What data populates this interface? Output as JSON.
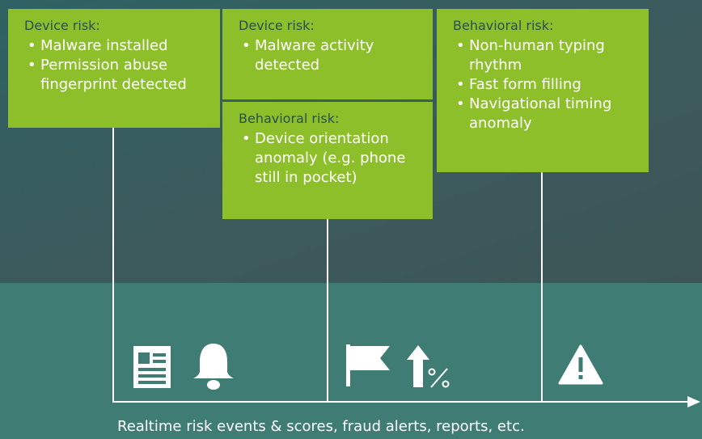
{
  "cards": [
    {
      "heading": "Device risk:",
      "bullets": [
        "Malware installed",
        "Permission abuse fingerprint detected"
      ]
    },
    {
      "heading": "Device risk:",
      "bullets": [
        "Malware activity detected"
      ]
    },
    {
      "heading": "Behavioral risk:",
      "bullets": [
        "Device orientation anomaly (e.g. phone still in pocket)"
      ]
    },
    {
      "heading": "Behavioral risk:",
      "bullets": [
        "Non-human typing rhythm",
        "Fast form filling",
        "Navigational timing anomaly"
      ]
    }
  ],
  "icons": [
    "report-icon",
    "bell-icon",
    "flag-icon",
    "percent-up-icon",
    "warning-icon"
  ],
  "caption": "Realtime risk events & scores, fraud alerts, reports, etc.",
  "colors": {
    "card": "#8dbf2b",
    "card_heading": "#2a4f4f",
    "background_top": "#3c5a5c",
    "background_bottom": "#3f7d74",
    "line": "#ffffff"
  }
}
